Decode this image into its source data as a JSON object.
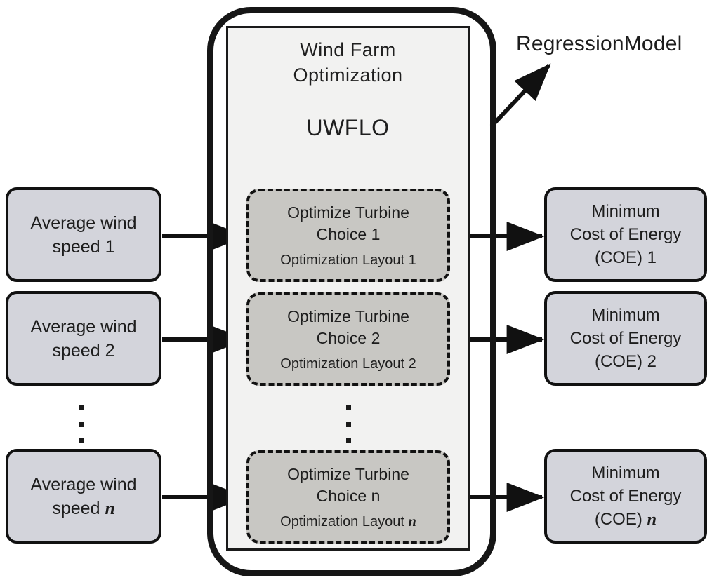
{
  "diagram": {
    "title": "Wind Farm Optimization UWFLO framework",
    "colors": {
      "box_fill_io": "#d3d4db",
      "box_fill_mid": "#c8c7c3",
      "panel_fill": "#f2f2f1",
      "stroke": "#111111",
      "text": "#1d1d1d"
    },
    "center_panel": {
      "title_line1": "Wind  Farm",
      "title_line2": "Optimization",
      "acronym": "UWFLO"
    },
    "regression": {
      "label": "RegressionModel"
    },
    "inputs": [
      {
        "line1": "Average wind",
        "line2_prefix": "speed",
        "index": "1",
        "index_emphasis": false
      },
      {
        "line1": "Average wind",
        "line2_prefix": "speed",
        "index": "2",
        "index_emphasis": false
      },
      {
        "line1": "Average wind",
        "line2_prefix": "speed",
        "index": "n",
        "index_emphasis": true
      }
    ],
    "processes": [
      {
        "line1": "Optimize  Turbine",
        "line2_prefix": "Choice",
        "line2_index": "1",
        "line2_emphasis": false,
        "line3_prefix": "Optimization   Layout",
        "line3_index": "1",
        "line3_emphasis": false
      },
      {
        "line1": "Optimize  Turbine",
        "line2_prefix": "Choice",
        "line2_index": "2",
        "line2_emphasis": false,
        "line3_prefix": "Optimization   Layout",
        "line3_index": "2",
        "line3_emphasis": false
      },
      {
        "line1": "Optimize  Turbine",
        "line2_prefix": "Choice",
        "line2_index": "n",
        "line2_emphasis": false,
        "line3_prefix": "Optimization   Layout",
        "line3_index": "n",
        "line3_emphasis": true
      }
    ],
    "outputs": [
      {
        "line1": "Minimum",
        "line2": "Cost of  Energy",
        "line3_prefix": "(COE)",
        "index": "1",
        "index_emphasis": false
      },
      {
        "line1": "Minimum",
        "line2": "Cost of  Energy",
        "line3_prefix": "(COE)",
        "index": "2",
        "index_emphasis": false
      },
      {
        "line1": "Minimum",
        "line2": "Cost of  Energy",
        "line3_prefix": "(COE)",
        "index": "n",
        "index_emphasis": true
      }
    ],
    "ellipsis": {
      "glyph": "vertical-ellipsis",
      "dot_count": 3
    }
  }
}
